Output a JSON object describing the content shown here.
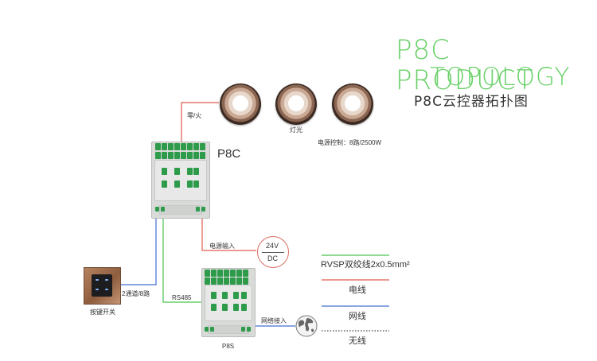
{
  "title": {
    "line1": "P8C PRODUCT",
    "line2": "TOPOLOGY",
    "subtitle": "P8C云控器拓扑图"
  },
  "devices": {
    "main_controller": "P8C",
    "sub_controller": "P8S",
    "lights": "灯光",
    "switch": "按键开关"
  },
  "labels": {
    "zero_fire": "零/火",
    "power_control": "电源控制：8路/2500W",
    "power_input": "电源输入",
    "power_voltage": "24V",
    "power_type": "DC",
    "switch_channels": "2通道/8路",
    "rs485": "RS485",
    "network_access": "网络接入"
  },
  "legend": {
    "items": [
      {
        "label": "RVSP双绞线2x0.5mm²",
        "color": "#4cc24f",
        "style": "solid"
      },
      {
        "label": "电线",
        "color": "#e25a4f",
        "style": "solid"
      },
      {
        "label": "网线",
        "color": "#3d6fd1",
        "style": "solid"
      },
      {
        "label": "无线",
        "color": "#444444",
        "style": "dotted"
      }
    ]
  },
  "colors": {
    "accent_green": "#6bd16a",
    "wire_red": "#e25a4f",
    "wire_blue": "#3d6fd1",
    "wire_green": "#4cc24f"
  },
  "icons": [
    "globe-icon",
    "power-supply-icon",
    "light-bulb-icon",
    "switch-panel-icon"
  ]
}
